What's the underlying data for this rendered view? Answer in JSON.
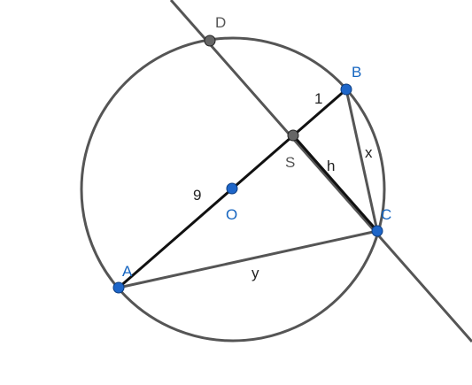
{
  "diagram": {
    "points": {
      "A": {
        "label": "A",
        "color": "#1565c0"
      },
      "B": {
        "label": "B",
        "color": "#1565c0"
      },
      "C": {
        "label": "C",
        "color": "#1565c0"
      },
      "D": {
        "label": "D",
        "color": "#555555"
      },
      "O": {
        "label": "O",
        "color": "#1565c0"
      },
      "S": {
        "label": "S",
        "color": "#555555"
      }
    },
    "segment_labels": {
      "sb": "1",
      "ao": "9",
      "sc": "h",
      "bc": "x",
      "ac": "y"
    },
    "colors": {
      "line": "#555555",
      "diameter": "#111111",
      "blue_point": "#1e66c9",
      "gray_point": "#666666",
      "text": "#222222"
    }
  }
}
